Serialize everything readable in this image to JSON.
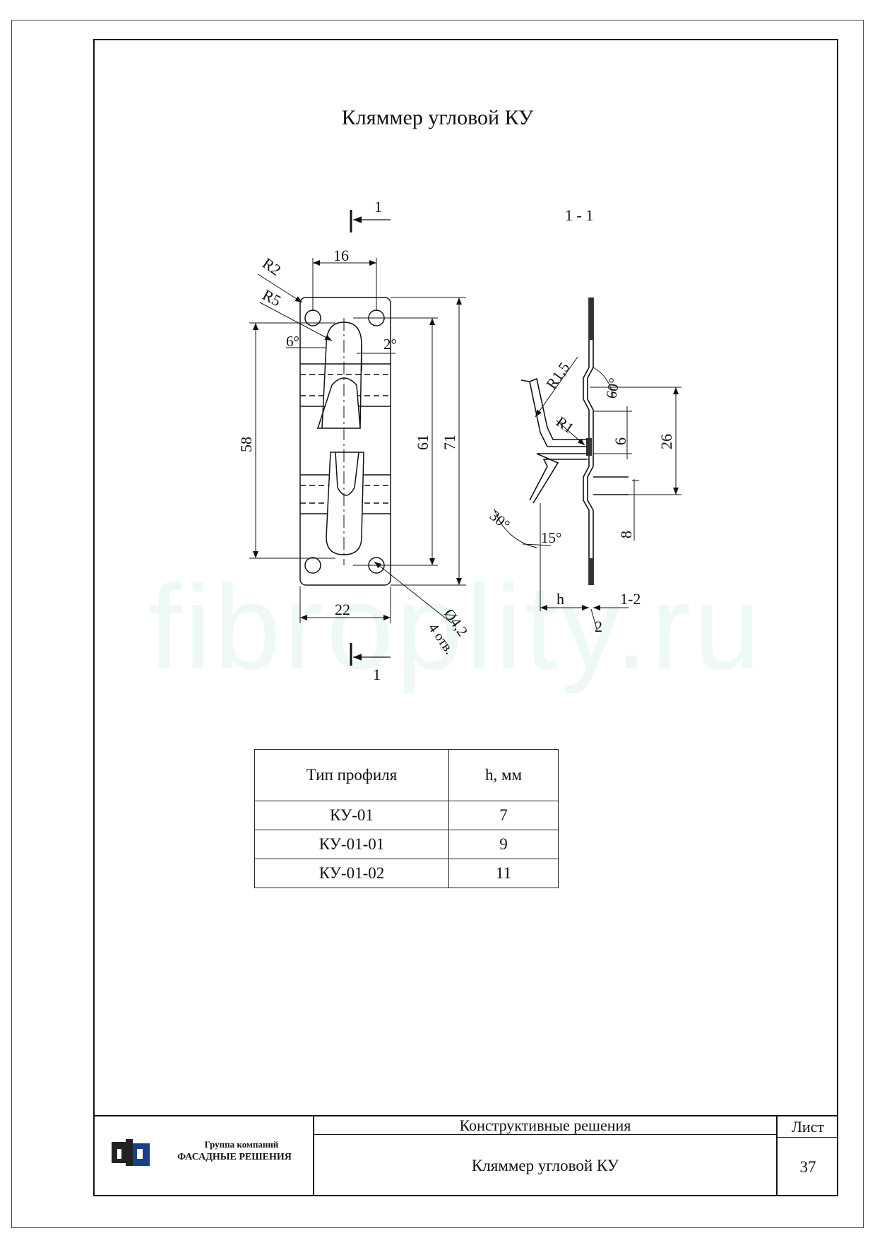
{
  "document": {
    "title": "Кляммер угловой КУ",
    "watermark": "fibroplity.ru"
  },
  "drawing": {
    "section_mark": "1",
    "section_label": "1 - 1",
    "front_view": {
      "dim_16": "16",
      "dim_22": "22",
      "dim_58": "58",
      "dim_61": "61",
      "dim_71": "71",
      "radius_r2": "R2",
      "radius_r5": "R5",
      "angle_6": "6°",
      "angle_2": "2°",
      "hole_diameter": "Ø4,2",
      "hole_count": "4 отв."
    },
    "side_view": {
      "radius_r15": "R1,5",
      "radius_r1": "R1",
      "angle_60": "60°",
      "angle_30": "30°",
      "angle_15": "15°",
      "dim_6": "6",
      "dim_26": "26",
      "dim_8": "8",
      "dim_h": "h",
      "dim_12": "1-2",
      "dim_2": "2"
    }
  },
  "spec_table": {
    "headers": [
      "Тип профиля",
      "h, мм"
    ],
    "rows": [
      [
        "КУ-01",
        "7"
      ],
      [
        "КУ-01-01",
        "9"
      ],
      [
        "КУ-01-02",
        "11"
      ]
    ]
  },
  "title_block": {
    "company_line1": "Группа компаний",
    "company_line2": "ФАСАДНЫЕ РЕШЕНИЯ",
    "section": "Конструктивные решения",
    "sheet_name": "Кляммер угловой КУ",
    "sheet_label": "Лист",
    "sheet_number": "37"
  }
}
